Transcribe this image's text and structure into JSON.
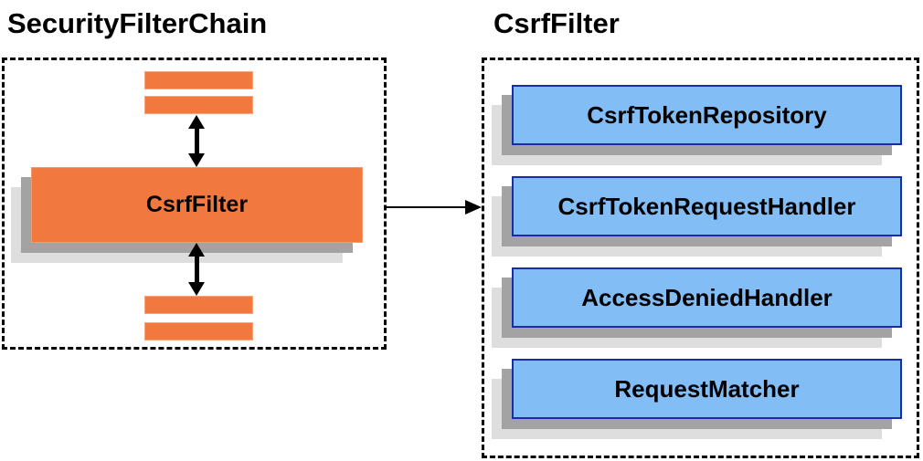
{
  "diagram": {
    "left": {
      "title": "SecurityFilterChain",
      "csrf_filter_label": "CsrfFilter"
    },
    "right": {
      "title": "CsrfFilter",
      "components": [
        "CsrfTokenRepository",
        "CsrfTokenRequestHandler",
        "AccessDeniedHandler",
        "RequestMatcher"
      ]
    },
    "colors": {
      "orange_fill": "#F1793F",
      "orange_border": "#F9A47A",
      "blue_fill": "#82BDF5",
      "blue_border": "#1B2DA6",
      "shadow_gray": "#A3A3A3",
      "shadow_light_gray": "#DEDEDE",
      "arrow": "#000000",
      "text": "#000000"
    }
  }
}
